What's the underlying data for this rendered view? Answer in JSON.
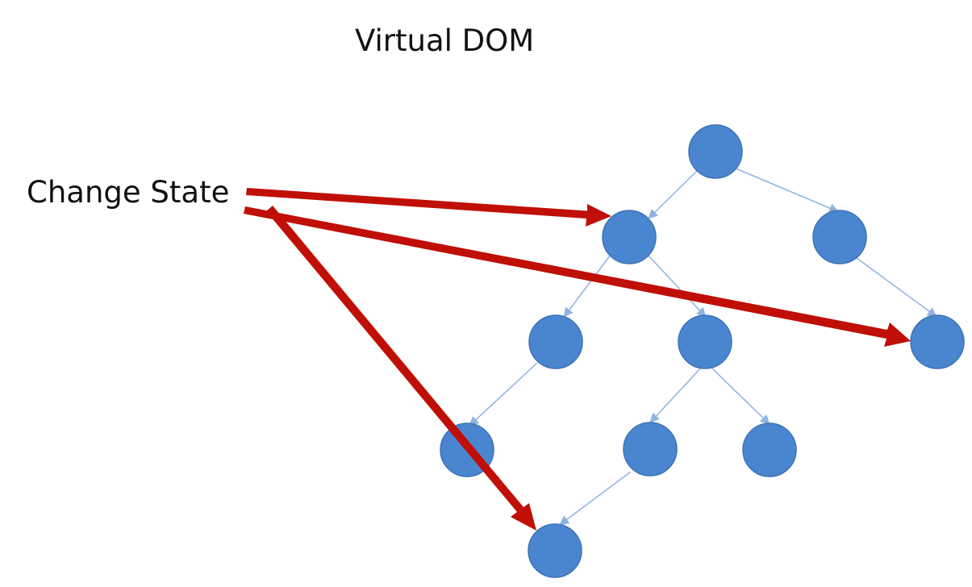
{
  "title": "Virtual DOM",
  "label": "Change State",
  "colors": {
    "node_fill": "#4a86d0",
    "node_stroke": "#3e73b6",
    "edge": "#8fb2df",
    "arrow": "#c00f06"
  },
  "tree": {
    "nodes": [
      "root",
      "left",
      "right",
      "left-left",
      "left-right",
      "right-child",
      "left-left-child",
      "left-right-left",
      "left-right-right",
      "bottom"
    ],
    "edges": [
      [
        "root",
        "left"
      ],
      [
        "root",
        "right"
      ],
      [
        "left",
        "left-left"
      ],
      [
        "left",
        "left-right"
      ],
      [
        "right",
        "right-child"
      ],
      [
        "left-left",
        "left-left-child"
      ],
      [
        "left-right",
        "left-right-left"
      ],
      [
        "left-right",
        "left-right-right"
      ],
      [
        "left-right-left",
        "bottom"
      ]
    ]
  },
  "arrows": [
    {
      "from": "label",
      "to": "left"
    },
    {
      "from": "label",
      "to": "right-child"
    },
    {
      "from": "label",
      "to": "bottom"
    }
  ]
}
